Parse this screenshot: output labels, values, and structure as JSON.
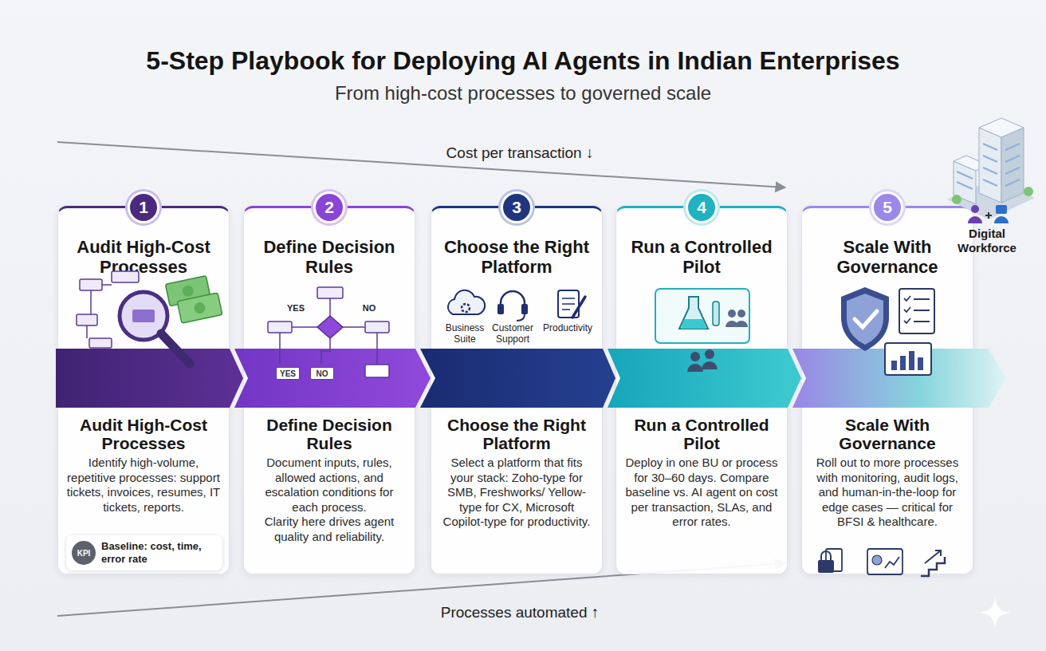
{
  "diagram": {
    "title": "5-Step Playbook for Deploying AI Agents in Indian Enterprises",
    "nodes": [
      {
        "text": [
          "Audit High-Cost Processes",
          "Audit High-Cost Processes",
          "Identify high-volume, repetitive processes: support tickets, invoices, resumes, IT tickets, reports."
        ]
      },
      {
        "text": [
          "1"
        ],
        "in": 0
      },
      {
        "text": [
          "Baseline: cost, time, error rate"
        ],
        "in": 0
      },
      {
        "text": [
          "KPI"
        ],
        "in": 2
      },
      {
        "text": [
          "Define Decision Rules",
          "Define Decision Rules",
          "Document inputs, rules, allowed actions, and escalation conditions for each process.",
          "Clarity here drives agent quality and reliability."
        ]
      },
      {
        "text": [
          "2"
        ],
        "in": 4
      },
      {
        "text": [
          "YES"
        ],
        "in": 4
      },
      {
        "text": [
          "NO"
        ],
        "in": 4
      },
      {
        "text": [
          "Choose the Right Platform",
          "Choose the Right Platform",
          "Select a platform that fits your stack: Zoho-type for SMB, Freshworks/ Yellow-type for CX, Microsoft Copilot-type for productivity."
        ]
      },
      {
        "text": [
          "3"
        ],
        "in": 8
      },
      {
        "text": [
          "Run a Controlled Pilot",
          "Run a Controlled Pilot",
          "Deploy in one BU or process for 30–60 days. Compare baseline vs. AI agent on cost per transaction, SLAs, and error rates."
        ]
      },
      {
        "text": [
          "4"
        ],
        "in": 10
      },
      {
        "text": [
          "Scale With Governance",
          "Scale With Governance",
          "Roll out to more processes with monitoring, audit logs, and human-in-the-loop for edge cases — critical for BFSI & healthcare."
        ]
      },
      {
        "text": [
          "5"
        ],
        "in": 12
      }
    ],
    "edges": [
      {
        "from": 0,
        "to": 4,
        "arrow": "to"
      },
      {
        "from": 4,
        "to": 8,
        "arrow": "to"
      },
      {
        "from": 8,
        "to": 10,
        "arrow": "to"
      },
      {
        "from": 10,
        "to": 12,
        "arrow": "to"
      }
    ],
    "labels": [
      "From high-cost processes to governed scale",
      "Cost per transaction ↓",
      "YES",
      "NO",
      "Business Suite",
      "Customer Support",
      "Productivity",
      "Digital Workforce",
      "Processes automated ↑"
    ]
  }
}
